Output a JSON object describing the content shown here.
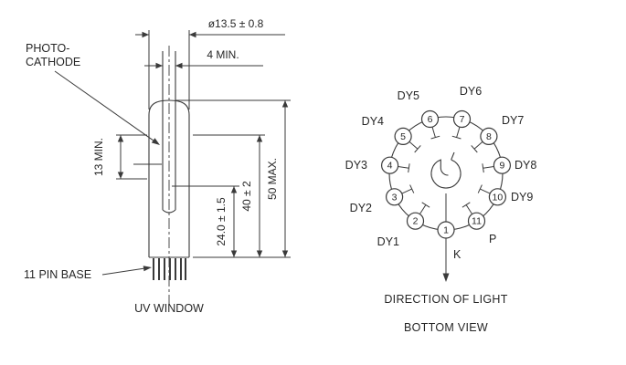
{
  "outline": {
    "dim_diameter": "ø13.5 ± 0.8",
    "dim_window": "4 MIN.",
    "dim_cathode": "13 MIN.",
    "dim_24": "24.0 ± 1.5",
    "dim_40": "40 ± 2",
    "dim_50": "50 MAX.",
    "label_photocathode_line1": "PHOTO-",
    "label_photocathode_line2": "CATHODE",
    "label_pin_base": "11 PIN BASE",
    "label_uv_window": "UV WINDOW"
  },
  "basing": {
    "pins": [
      {
        "number": "1",
        "name": "K"
      },
      {
        "number": "2",
        "name": "DY1"
      },
      {
        "number": "3",
        "name": "DY2"
      },
      {
        "number": "4",
        "name": "DY3"
      },
      {
        "number": "5",
        "name": "DY4"
      },
      {
        "number": "6",
        "name": "DY5"
      },
      {
        "number": "7",
        "name": "DY6"
      },
      {
        "number": "8",
        "name": "DY7"
      },
      {
        "number": "9",
        "name": "DY8"
      },
      {
        "number": "10",
        "name": "DY9"
      },
      {
        "number": "11",
        "name": "P"
      }
    ],
    "caption_direction": "DIRECTION OF LIGHT",
    "caption_view": "BOTTOM VIEW"
  },
  "colors": {
    "line": "#3a3a3a",
    "text": "#262626",
    "background": "#ffffff"
  }
}
